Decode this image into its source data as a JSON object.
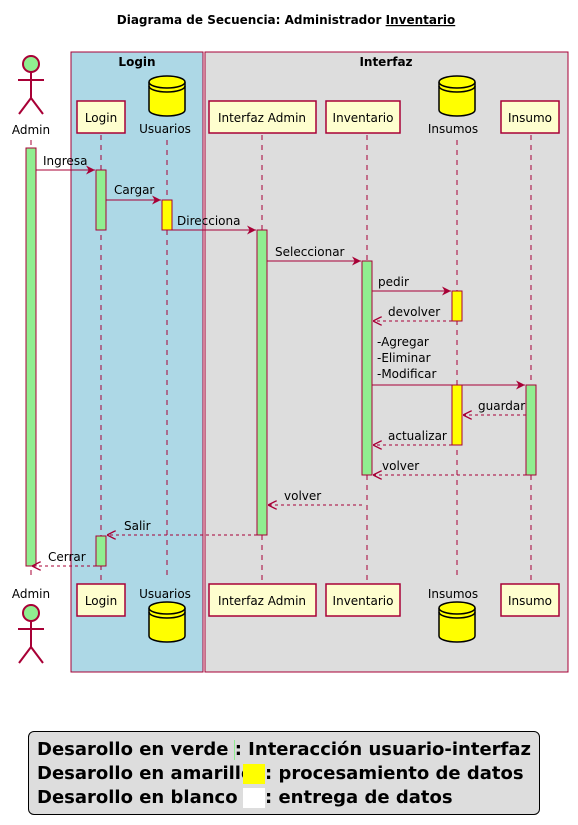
{
  "title": {
    "prefix": "Diagrama de Secuencia: Administrador ",
    "underlined": "Inventario"
  },
  "groups": {
    "login": "Login",
    "interfaz": "Interfaz"
  },
  "participants": {
    "admin": "Admin",
    "login": "Login",
    "usuarios": "Usuarios",
    "interfaz_admin": "Interfaz Admin",
    "inventario": "Inventario",
    "insumos": "Insumos",
    "insumo": "Insumo"
  },
  "messages": {
    "ingresa": "Ingresa",
    "cargar": "Cargar",
    "direcciona": "Direcciona",
    "seleccionar": "Seleccionar",
    "pedir": "pedir",
    "devolver": "devolver",
    "ops": [
      "-Agregar",
      "-Eliminar",
      "-Modificar"
    ],
    "guardar": "guardar",
    "actualizar": "actualizar",
    "volver": "volver",
    "salir": "Salir",
    "cerrar": "Cerrar"
  },
  "legend": {
    "rows": [
      {
        "label": "Desarollo en verde",
        "color": "#90ee90",
        "desc": ": Interacción usuario-interfaz"
      },
      {
        "label": "Desarollo en amarillo",
        "color": "#ffff00",
        "desc": ": procesamiento de datos"
      },
      {
        "label": "Desarollo en blanco",
        "color": "#ffffff",
        "desc": ": entrega de datos"
      }
    ]
  },
  "colors": {
    "green": "#90ee90",
    "yellow": "#ffff00",
    "participant_fill": "#fefece",
    "border": "#a80036",
    "login_group": "#add8e6",
    "interfaz_group": "#dddddd"
  }
}
